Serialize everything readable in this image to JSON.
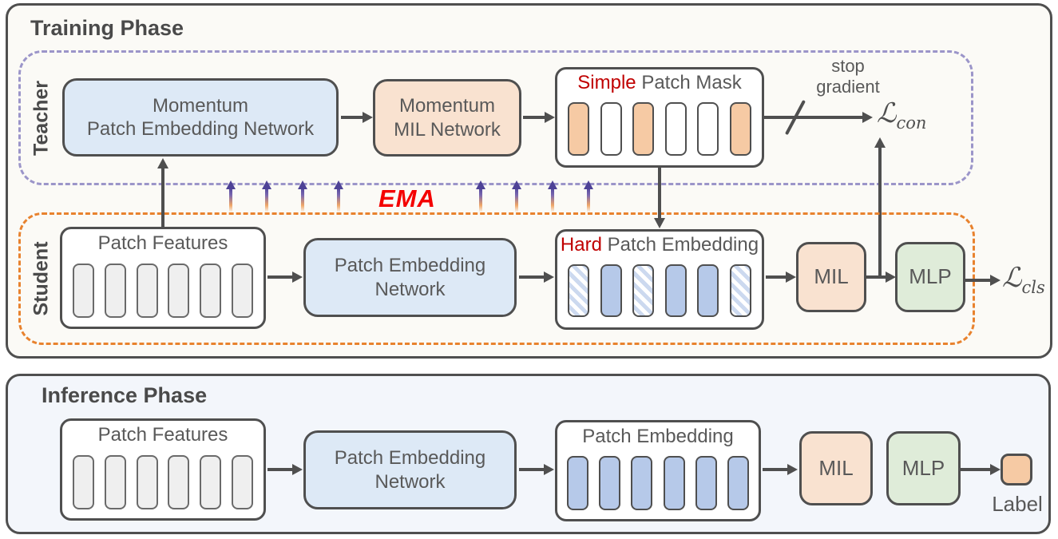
{
  "colors": {
    "line": "#4f4f4f",
    "text": "#595959",
    "teacher_dash": "#9b95c9",
    "student_dash": "#e8822e",
    "ema_red": "#f40000",
    "highlight_red": "#c00000",
    "blue_fill": "#dde9f6",
    "peach_fill": "#f9e2d0",
    "green_fill": "#dfecd9",
    "orange_patch": "#f6caa4",
    "blue_patch": "#b6c9e9",
    "hatch_blue": "#ccd9ef",
    "gray_patch": "#efefef",
    "training_bg": "#fbfaf6",
    "inference_bg": "#f3f6fb"
  },
  "training": {
    "title": "Training Phase",
    "ema_label": "EMA",
    "teacher": {
      "label": "Teacher",
      "momentum_pen": {
        "line1": "Momentum",
        "line2": "Patch Embedding Network"
      },
      "momentum_mil": {
        "line1": "Momentum",
        "line2": "MIL Network"
      },
      "mask": {
        "highlight": "Simple",
        "rest": " Patch Mask",
        "patches": [
          "filled",
          "empty",
          "filled",
          "empty",
          "empty",
          "filled"
        ]
      },
      "stop_gradient": {
        "line1": "stop",
        "line2": "gradient"
      },
      "loss_con": {
        "symbol": "ℒ",
        "sub": "con"
      }
    },
    "student": {
      "label": "Student",
      "patch_features": {
        "title": "Patch Features",
        "patches": [
          "gray",
          "gray",
          "gray",
          "gray",
          "gray",
          "gray"
        ]
      },
      "pen": {
        "line1": "Patch Embedding",
        "line2": "Network"
      },
      "hard": {
        "highlight": "Hard",
        "rest": " Patch Embedding",
        "patches": [
          "masked",
          "solid",
          "masked",
          "solid",
          "solid",
          "masked"
        ]
      },
      "mil": "MIL",
      "mlp": "MLP",
      "loss_cls": {
        "symbol": "ℒ",
        "sub": "cls"
      }
    }
  },
  "inference": {
    "title": "Inference Phase",
    "patch_features": {
      "title": "Patch Features",
      "patches": [
        "gray",
        "gray",
        "gray",
        "gray",
        "gray",
        "gray"
      ]
    },
    "pen": {
      "line1": "Patch Embedding",
      "line2": "Network"
    },
    "embedding": {
      "title": "Patch Embedding",
      "patches": [
        "solid",
        "solid",
        "solid",
        "solid",
        "solid",
        "solid"
      ]
    },
    "mil": "MIL",
    "mlp": "MLP",
    "label_box": "Label"
  }
}
